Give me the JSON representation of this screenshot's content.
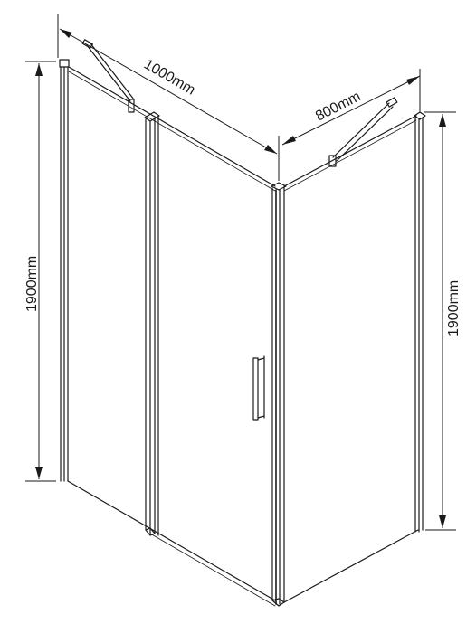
{
  "dimensions": {
    "front_width": "1000mm",
    "side_width": "800mm",
    "left_height": "1900mm",
    "right_height": "1900mm"
  },
  "colors": {
    "line": "#1a1a1a",
    "background": "#ffffff"
  }
}
